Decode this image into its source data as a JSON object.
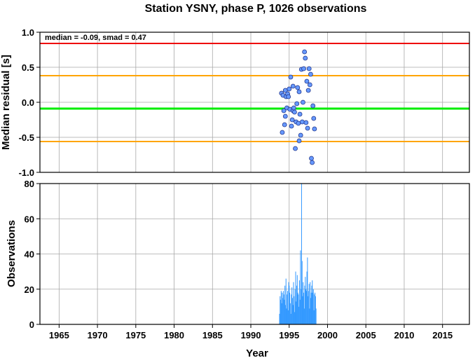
{
  "chart_data": [
    {
      "type": "scatter",
      "title": "Station YSNY, phase P, 1026 observations",
      "ylabel": "Median residual [s]",
      "xlim": [
        1962.5,
        2018.5
      ],
      "ylim": [
        -1.0,
        1.0
      ],
      "grid": true,
      "x_ticks": [
        "1965",
        "1970",
        "1975",
        "1980",
        "1985",
        "1990",
        "1995",
        "2000",
        "2005",
        "2010",
        "2015"
      ],
      "y_ticks": [
        "1.0",
        "0.5",
        "0.0",
        "-0.5",
        "-1.0"
      ],
      "annotation": "median = -0.09, smad = 0.47",
      "colors": {
        "median": "#00ee00",
        "one_smad": "#ffa500",
        "outer": "#ee0000",
        "points": "#6699ff"
      },
      "reference_lines": [
        {
          "role": "outer",
          "y": 0.84
        },
        {
          "role": "one_smad",
          "y": 0.38
        },
        {
          "role": "median",
          "y": -0.09
        },
        {
          "role": "one_smad",
          "y": -0.56
        }
      ],
      "points": [
        [
          1994.0,
          0.13
        ],
        [
          1994.1,
          -0.43
        ],
        [
          1994.2,
          0.1
        ],
        [
          1994.3,
          -0.12
        ],
        [
          1994.4,
          -0.32
        ],
        [
          1994.5,
          -0.2
        ],
        [
          1994.5,
          0.17
        ],
        [
          1994.6,
          0.08
        ],
        [
          1994.7,
          -0.08
        ],
        [
          1994.8,
          0.12
        ],
        [
          1994.9,
          0.08
        ],
        [
          1995.0,
          0.19
        ],
        [
          1995.1,
          -0.1
        ],
        [
          1995.2,
          0.36
        ],
        [
          1995.3,
          -0.34
        ],
        [
          1995.4,
          -0.25
        ],
        [
          1995.5,
          -0.12
        ],
        [
          1995.5,
          0.23
        ],
        [
          1995.6,
          -0.08
        ],
        [
          1995.7,
          -0.14
        ],
        [
          1995.8,
          -0.66
        ],
        [
          1995.9,
          -0.28
        ],
        [
          1996.0,
          -0.02
        ],
        [
          1996.1,
          0.21
        ],
        [
          1996.2,
          -0.3
        ],
        [
          1996.3,
          -0.55
        ],
        [
          1996.3,
          0.15
        ],
        [
          1996.4,
          -0.17
        ],
        [
          1996.5,
          -0.47
        ],
        [
          1996.6,
          0.47
        ],
        [
          1996.7,
          -0.28
        ],
        [
          1996.8,
          0.0
        ],
        [
          1996.9,
          0.48
        ],
        [
          1997.0,
          0.72
        ],
        [
          1997.1,
          0.63
        ],
        [
          1997.2,
          -0.29
        ],
        [
          1997.3,
          0.3
        ],
        [
          1997.4,
          -0.37
        ],
        [
          1997.5,
          0.17
        ],
        [
          1997.6,
          0.48
        ],
        [
          1997.7,
          0.25
        ],
        [
          1997.8,
          0.4
        ],
        [
          1997.9,
          -0.8
        ],
        [
          1998.0,
          -0.86
        ],
        [
          1998.1,
          -0.05
        ],
        [
          1998.2,
          -0.23
        ],
        [
          1998.3,
          -0.38
        ]
      ]
    },
    {
      "type": "bar",
      "ylabel": "Observations",
      "xlabel": "Year",
      "xlim": [
        1962.5,
        2018.5
      ],
      "ylim": [
        0,
        80
      ],
      "grid": true,
      "bar_color": "#3399ff",
      "x_ticks": [
        "1965",
        "1970",
        "1975",
        "1980",
        "1985",
        "1990",
        "1995",
        "2000",
        "2005",
        "2010",
        "2015"
      ],
      "y_ticks": [
        "80",
        "60",
        "40",
        "20",
        "0"
      ],
      "bin_width": 0.07,
      "bins_start": 1993.7,
      "values": [
        6,
        16,
        14,
        19,
        12,
        18,
        15,
        19,
        17,
        14,
        22,
        11,
        26,
        9,
        17,
        19,
        8,
        24,
        22,
        18,
        12,
        6,
        17,
        21,
        15,
        11,
        24,
        16,
        7,
        20,
        30,
        13,
        22,
        28,
        18,
        17,
        10,
        25,
        14,
        42,
        20,
        80,
        36,
        16,
        24,
        18,
        9,
        22,
        27,
        20,
        19,
        30,
        38,
        16,
        19,
        23,
        9,
        24,
        15,
        18,
        22,
        25,
        18,
        20,
        8,
        17,
        18,
        16,
        9
      ]
    }
  ]
}
